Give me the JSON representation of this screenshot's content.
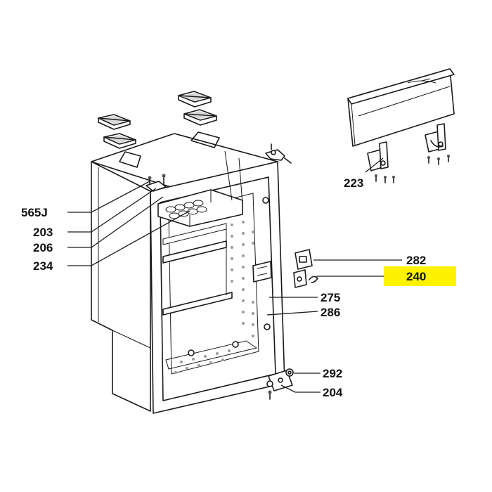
{
  "labels": {
    "l565J": "565J",
    "l203": "203",
    "l206": "206",
    "l234": "234",
    "l223": "223",
    "l282": "282",
    "l240": "240",
    "l275": "275",
    "l286": "286",
    "l292": "292",
    "l204": "204"
  },
  "highlight": {
    "part": "240",
    "color": "#fff200"
  }
}
